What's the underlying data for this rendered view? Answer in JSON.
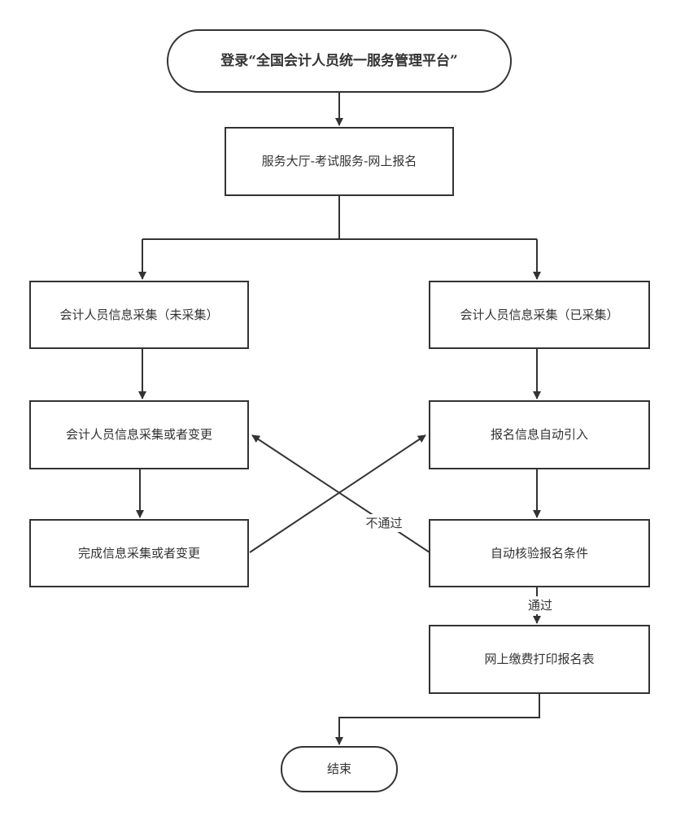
{
  "colors": {
    "stroke": "#333333",
    "text": "#333333",
    "background": "#ffffff"
  },
  "nodes": {
    "start": "登录“全国会计人员统一服务管理平台”",
    "hall": "服务大厅-考试服务-网上报名",
    "collect_uncollected": "会计人员信息采集（未采集）",
    "collect_collected": "会计人员信息采集（已采集）",
    "collect_or_change": "会计人员信息采集或者变更",
    "auto_import": "报名信息自动引入",
    "complete_change": "完成信息采集或者变更",
    "auto_verify": "自动核验报名条件",
    "pay_print": "网上缴费打印报名表",
    "end": "结束"
  },
  "edges": {
    "fail_label": "不通过",
    "pass_label": "通过"
  }
}
